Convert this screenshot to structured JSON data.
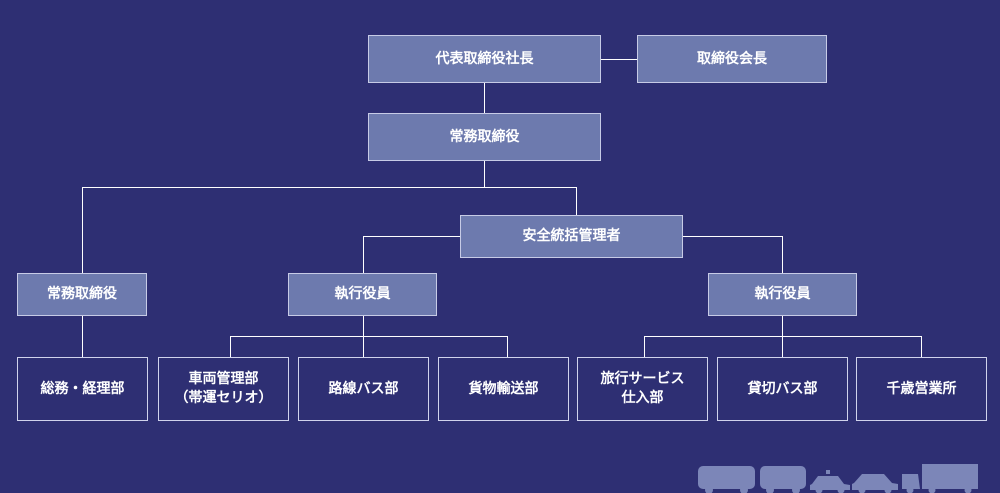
{
  "nodes": {
    "president": "代表取締役社長",
    "chairman": "取締役会長",
    "managing_director_top": "常務取締役",
    "safety_manager": "安全統括管理者",
    "managing_director_left": "常務取締役",
    "executive_officer_middle": "執行役員",
    "executive_officer_right": "執行役員",
    "general_affairs": "総務・経理部",
    "vehicle_management": "車両管理部",
    "vehicle_management_sub": "（帯運セリオ）",
    "route_bus": "路線バス部",
    "freight": "貨物輸送部",
    "travel_service": "旅行サービス",
    "travel_service_sub": "仕入部",
    "charter_bus": "貸切バス部",
    "chitose": "千歳営業所"
  },
  "colors": {
    "background": "#2e2f73",
    "filled_box": "#6d7aae",
    "line": "#ffffff",
    "vehicle_icons": "#7c86b8"
  },
  "icons": [
    "bus-icon",
    "bus-icon",
    "taxi-icon",
    "car-icon",
    "truck-icon"
  ]
}
